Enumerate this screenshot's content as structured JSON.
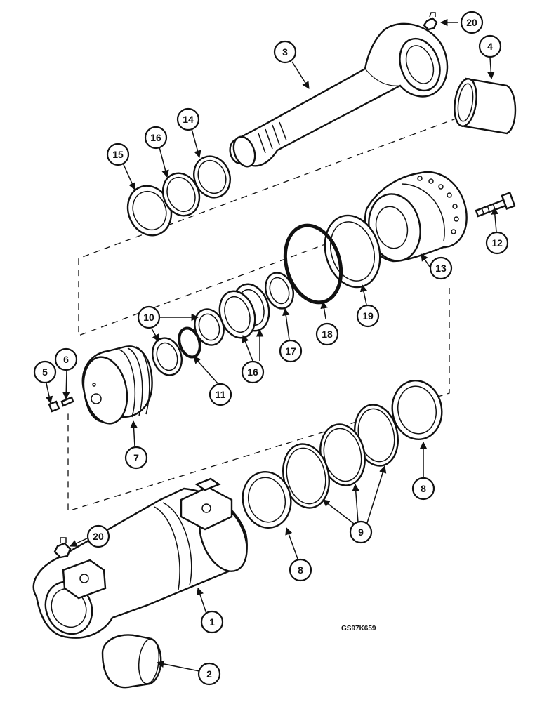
{
  "callouts": {
    "c1": "1",
    "c2": "2",
    "c3": "3",
    "c4": "4",
    "c5": "5",
    "c6": "6",
    "c7": "7",
    "c8a": "8",
    "c8b": "8",
    "c9": "9",
    "c10": "10",
    "c11": "11",
    "c12": "12",
    "c13": "13",
    "c14": "14",
    "c15": "15",
    "c16a": "16",
    "c16b": "16",
    "c17": "17",
    "c18": "18",
    "c19": "19",
    "c20a": "20",
    "c20b": "20"
  },
  "reference_code": "GS97K659"
}
